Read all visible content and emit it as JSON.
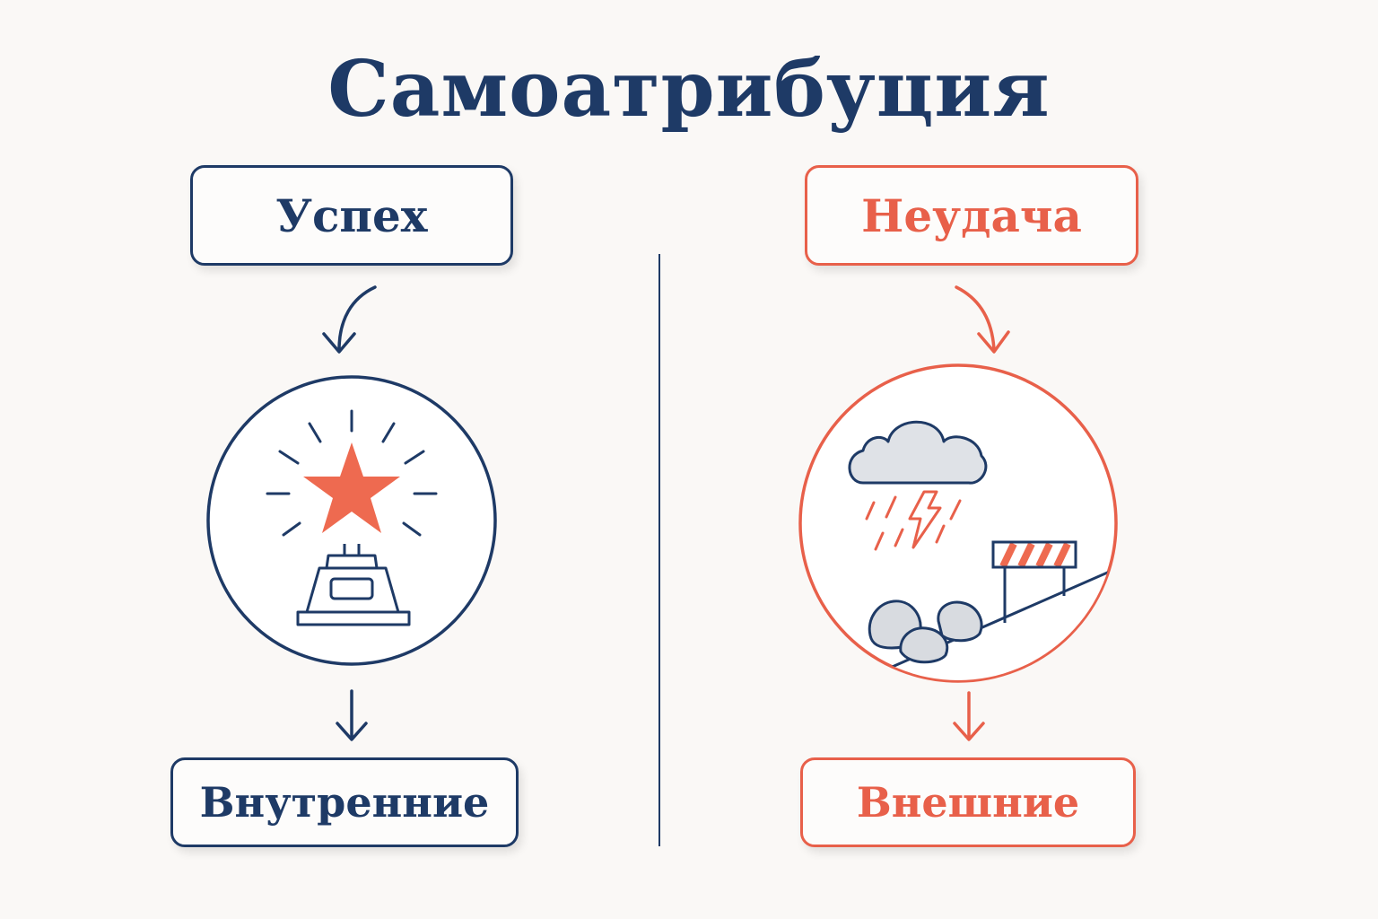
{
  "title": "Самоатрибуция",
  "left": {
    "top_label": "Успех",
    "bottom_label": "Внутренние",
    "icon": "star-trophy-icon",
    "color": "#1e3a66",
    "accent": "#ee6a50"
  },
  "right": {
    "top_label": "Неудача",
    "bottom_label": "Внешние",
    "icon": "storm-obstacle-icon",
    "color": "#e8604a"
  }
}
